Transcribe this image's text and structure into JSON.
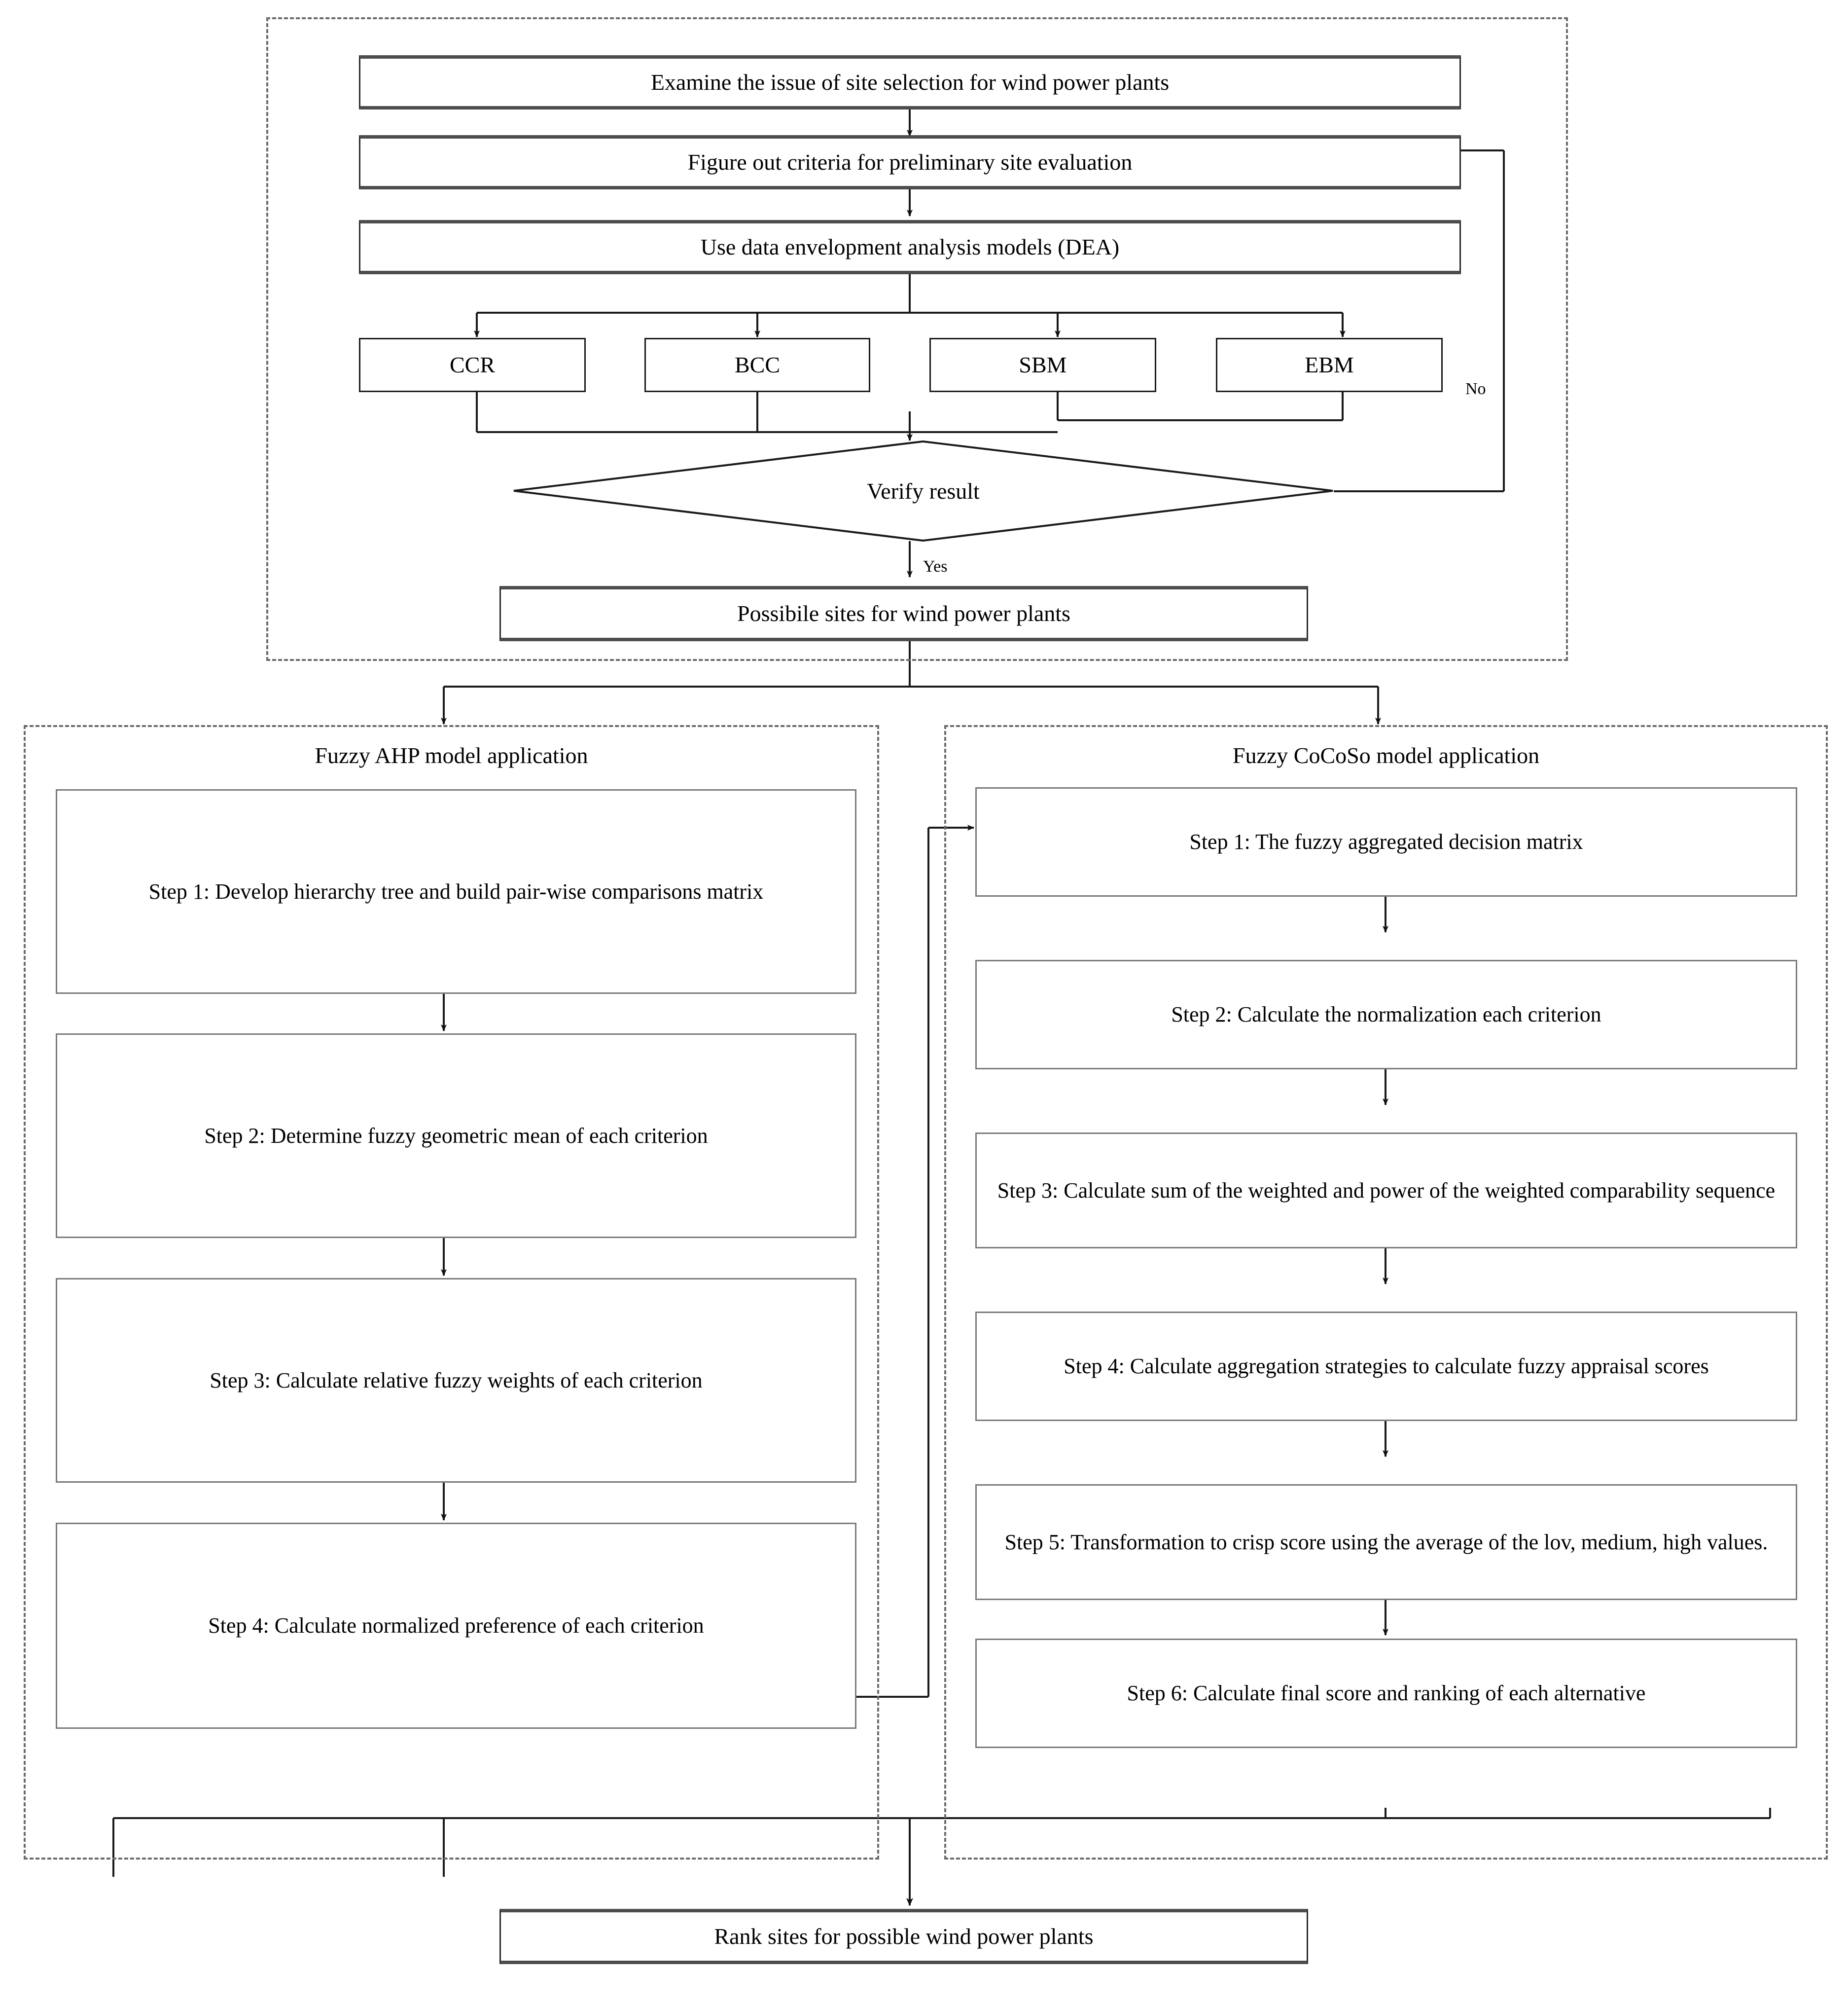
{
  "diagram": {
    "title": "Methodology flowchart for wind power plant site selection",
    "colors": {
      "node_border": "#1a1a1a",
      "soft_border": "#7a7a7a",
      "group_border": "#6b6b6b",
      "connector": "#1a1a1a",
      "background": "#ffffff"
    }
  },
  "phase1": {
    "steps": [
      {
        "id": "examine",
        "label": "Examine the issue of site selection for wind power plants"
      },
      {
        "id": "criteria",
        "label": "Figure out criteria for preliminary site evaluation"
      },
      {
        "id": "dea",
        "label": "Use data envelopment analysis models (DEA)"
      }
    ],
    "dea_models": [
      {
        "id": "ccr",
        "label": "CCR"
      },
      {
        "id": "bcc",
        "label": "BCC"
      },
      {
        "id": "sbm",
        "label": "SBM"
      },
      {
        "id": "ebm",
        "label": "EBM"
      }
    ],
    "decision": {
      "id": "verify",
      "label": "Verify result"
    },
    "decision_edges": {
      "yes": "Yes",
      "no": "No"
    },
    "output": {
      "id": "possible-sites",
      "label": "Possibile sites for wind power plants"
    }
  },
  "ahp_panel": {
    "title": "Fuzzy AHP model application",
    "steps": [
      {
        "id": "ahp-step-1",
        "label": "Step 1: Develop hierarchy tree and build pair-wise comparisons matrix"
      },
      {
        "id": "ahp-step-2",
        "label": "Step 2: Determine fuzzy geometric mean of each criterion"
      },
      {
        "id": "ahp-step-3",
        "label": "Step 3: Calculate relative fuzzy weights of each criterion"
      },
      {
        "id": "ahp-step-4",
        "label": "Step 4: Calculate normalized preference of each criterion"
      }
    ]
  },
  "cocoso_panel": {
    "title": "Fuzzy CoCoSo model application",
    "steps": [
      {
        "id": "cocoso-step-1",
        "label": "Step 1: The fuzzy aggregated decision matrix"
      },
      {
        "id": "cocoso-step-2",
        "label": "Step 2: Calculate the normalization each criterion"
      },
      {
        "id": "cocoso-step-3",
        "label": "Step 3: Calculate sum of the weighted and power of the weighted comparability sequence"
      },
      {
        "id": "cocoso-step-4",
        "label": "Step 4: Calculate aggregation strategies to calculate fuzzy appraisal scores"
      },
      {
        "id": "cocoso-step-5",
        "label": "Step 5: Transformation to crisp score using the average of the lov, medium, high values."
      },
      {
        "id": "cocoso-step-6",
        "label": "Step 6: Calculate final score and ranking of each alternative"
      }
    ]
  },
  "final": {
    "id": "rank-sites",
    "label": "Rank sites for possible wind power plants"
  }
}
